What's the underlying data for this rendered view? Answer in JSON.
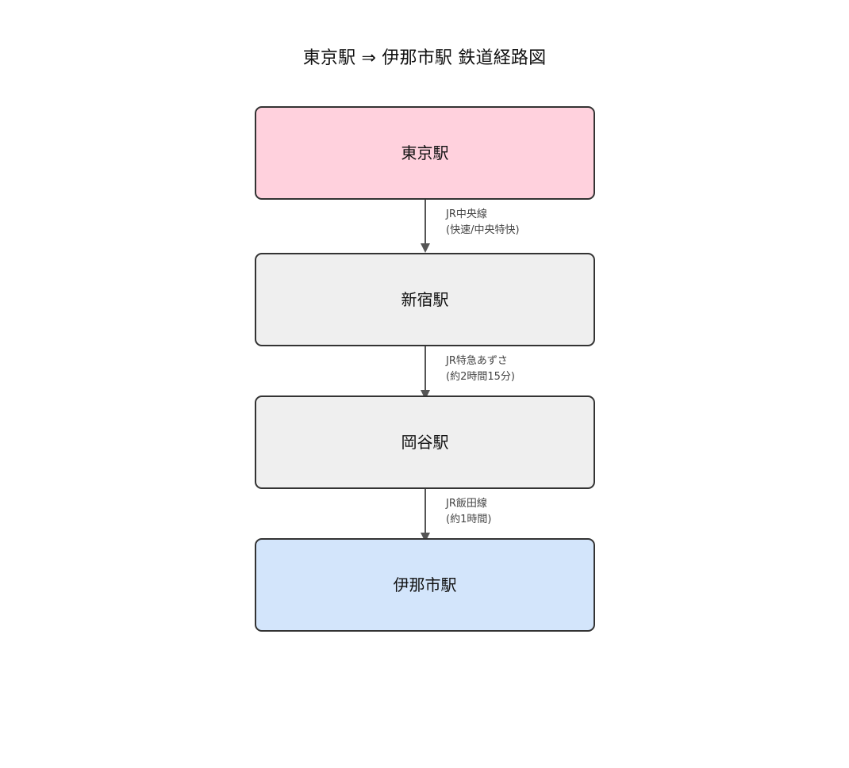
{
  "diagram": {
    "title": "東京駅 ⇒ 伊那市駅 鉄道経路図",
    "type": "flowchart",
    "direction": "top-to-bottom",
    "background_color": "#ffffff",
    "nodes": [
      {
        "id": "tokyo",
        "label": "東京駅",
        "role": "start",
        "fill_color": "#ffd1dd",
        "border_color": "#333333",
        "text_color": "#111111"
      },
      {
        "id": "shinjuku",
        "label": "新宿駅",
        "role": "intermediate",
        "fill_color": "#efefef",
        "border_color": "#333333",
        "text_color": "#111111"
      },
      {
        "id": "okaya",
        "label": "岡谷駅",
        "role": "intermediate",
        "fill_color": "#efefef",
        "border_color": "#333333",
        "text_color": "#111111"
      },
      {
        "id": "inashi",
        "label": "伊那市駅",
        "role": "end",
        "fill_color": "#d3e5fb",
        "border_color": "#333333",
        "text_color": "#111111"
      }
    ],
    "edges": [
      {
        "from": "tokyo",
        "to": "shinjuku",
        "line": "JR中央線",
        "detail": "(快速/中央特快)",
        "color": "#555555"
      },
      {
        "from": "shinjuku",
        "to": "okaya",
        "line": "JR特急あずさ",
        "detail": "(約2時間15分)",
        "color": "#555555"
      },
      {
        "from": "okaya",
        "to": "inashi",
        "line": "JR飯田線",
        "detail": "(約1時間)",
        "color": "#555555"
      }
    ]
  }
}
